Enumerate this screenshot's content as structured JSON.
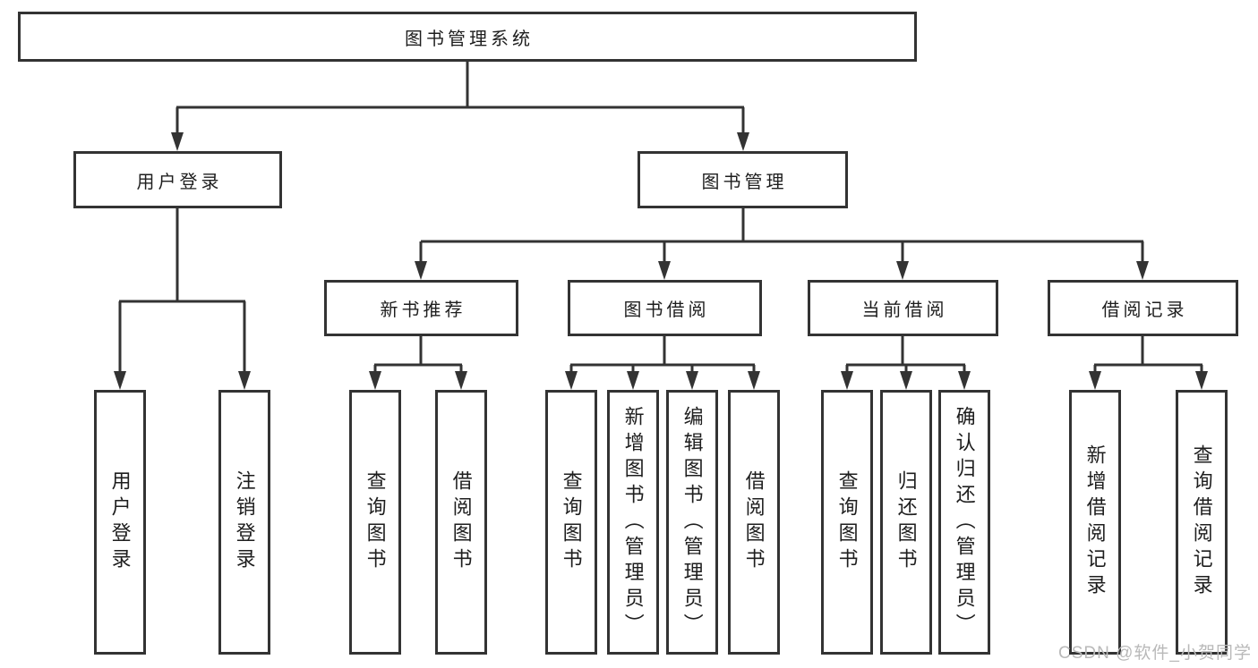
{
  "watermark": "CSDN @软件_小贺同学",
  "colors": {
    "line": "#333333",
    "text": "#1e1e1e",
    "watermark": "#b9b9b9",
    "background": "#ffffff"
  },
  "tree": {
    "root": {
      "label": "图书管理系统"
    },
    "branches": [
      {
        "label": "用户登录",
        "children": [
          {
            "label": "用户登录"
          },
          {
            "label": "注销登录"
          }
        ]
      },
      {
        "label": "图书管理",
        "children": [
          {
            "label": "新书推荐",
            "children": [
              {
                "label": "查询图书"
              },
              {
                "label": "借阅图书"
              }
            ]
          },
          {
            "label": "图书借阅",
            "children": [
              {
                "label": "查询图书"
              },
              {
                "label": "新增图书（管理员）"
              },
              {
                "label": "编辑图书（管理员）"
              },
              {
                "label": "借阅图书"
              }
            ]
          },
          {
            "label": "当前借阅",
            "children": [
              {
                "label": "查询图书"
              },
              {
                "label": "归还图书"
              },
              {
                "label": "确认归还（管理员）"
              }
            ]
          },
          {
            "label": "借阅记录",
            "children": [
              {
                "label": "新增借阅记录"
              },
              {
                "label": "查询借阅记录"
              }
            ]
          }
        ]
      }
    ]
  }
}
